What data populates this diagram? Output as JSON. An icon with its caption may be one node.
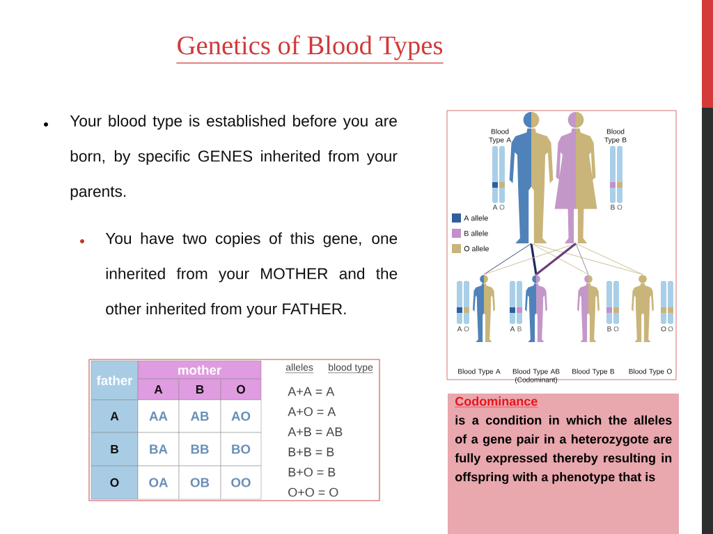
{
  "diagram": {
    "title": "Genetics of Blood Types",
    "nodes": [
      {
        "text": [],
        "shape": "person",
        "beside": [
          "Blood Type A"
        ]
      },
      {
        "text": [],
        "shape": "person",
        "beside": [
          "Blood Type B"
        ]
      },
      {
        "text": [],
        "shape": "person"
      },
      {
        "text": [],
        "shape": "person"
      },
      {
        "text": [],
        "shape": "person"
      },
      {
        "text": [],
        "shape": "person"
      },
      {
        "text": [
          "Codominance",
          "is a condition in which the alleles of a gene pair in a heterozygote are fully expressed thereby resulting in offspring with a phenotype that is"
        ]
      }
    ],
    "edges": [
      {
        "from": 0,
        "to": 2,
        "arrow": "none",
        "color": "#2b3566"
      },
      {
        "from": 0,
        "to": 3,
        "arrow": "none",
        "style": "thick",
        "color": "#1f2a5c"
      },
      {
        "from": 0,
        "to": 4,
        "arrow": "none"
      },
      {
        "from": 0,
        "to": 5,
        "arrow": "none"
      },
      {
        "from": 1,
        "to": 2,
        "arrow": "none"
      },
      {
        "from": 1,
        "to": 3,
        "arrow": "none",
        "style": "thick",
        "color": "#6a3d7a"
      },
      {
        "from": 1,
        "to": 4,
        "arrow": "none",
        "color": "#8c8496"
      },
      {
        "from": 1,
        "to": 5,
        "arrow": "none"
      }
    ],
    "labels": [
      "Your blood type is established before you are born, by specific GENES inherited from your parents.",
      "You have two copies of this gene, one inherited from your MOTHER and the other inherited from your FATHER.",
      "A",
      "O",
      "B",
      "O",
      "A",
      "O",
      "A",
      "B",
      "B",
      "O",
      "O",
      "O",
      "mother",
      "father",
      "A",
      "B",
      "O",
      "A",
      "AA",
      "AB",
      "AO",
      "B",
      "BA",
      "BB",
      "BO",
      "O",
      "OA",
      "OB",
      "OO",
      "alleles",
      "blood type",
      "A+A = A",
      "A+O = A",
      "A+B = AB",
      "B+B = B",
      "B+O = B",
      "O+O = O",
      "Blood Type A",
      "Blood Type AB (Codominant)",
      "Blood Type B",
      "Blood Type O"
    ],
    "legend": [
      {
        "text": "A allele",
        "color": "#2f5f9e"
      },
      {
        "text": "B allele",
        "color": "#c48fcc"
      },
      {
        "text": "O allele",
        "color": "#c9b47a"
      }
    ]
  }
}
